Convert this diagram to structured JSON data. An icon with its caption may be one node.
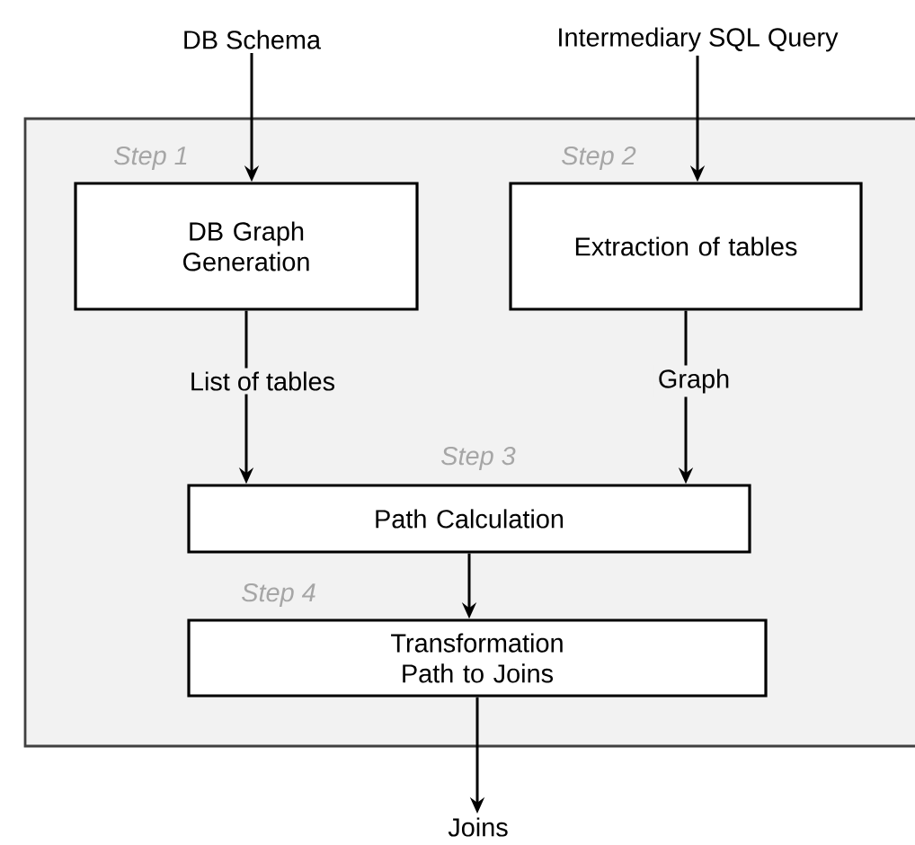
{
  "diagram": {
    "nodes": [
      {
        "text": [
          "DB Schema"
        ]
      },
      {
        "text": [
          "Intermediary SQL Query"
        ]
      },
      {
        "text": [],
        "shape": "box"
      },
      {
        "text": [
          "DB Graph Generation"
        ],
        "in": 2,
        "beside": [
          "Step 1"
        ]
      },
      {
        "text": [
          "Extraction of tables"
        ],
        "in": 2,
        "beside": [
          "Step 2"
        ]
      },
      {
        "text": [
          "Path Calculation"
        ],
        "in": 2,
        "beside": [
          "Step 3"
        ]
      },
      {
        "text": [
          "Transformation Path to Joins"
        ],
        "in": 2,
        "beside": [
          "Step 4"
        ]
      },
      {
        "text": [
          "Joins"
        ]
      }
    ],
    "edges": [
      {
        "from": 0,
        "to": 3,
        "arrow": "to"
      },
      {
        "from": 1,
        "to": 4,
        "arrow": "to"
      },
      {
        "from": 3,
        "to": 5,
        "arrow": "to",
        "label": "List of tables"
      },
      {
        "from": 4,
        "to": 5,
        "arrow": "to",
        "label": "Graph"
      },
      {
        "from": 5,
        "to": 6,
        "arrow": "to"
      },
      {
        "from": 6,
        "to": 7,
        "arrow": "to"
      }
    ]
  }
}
